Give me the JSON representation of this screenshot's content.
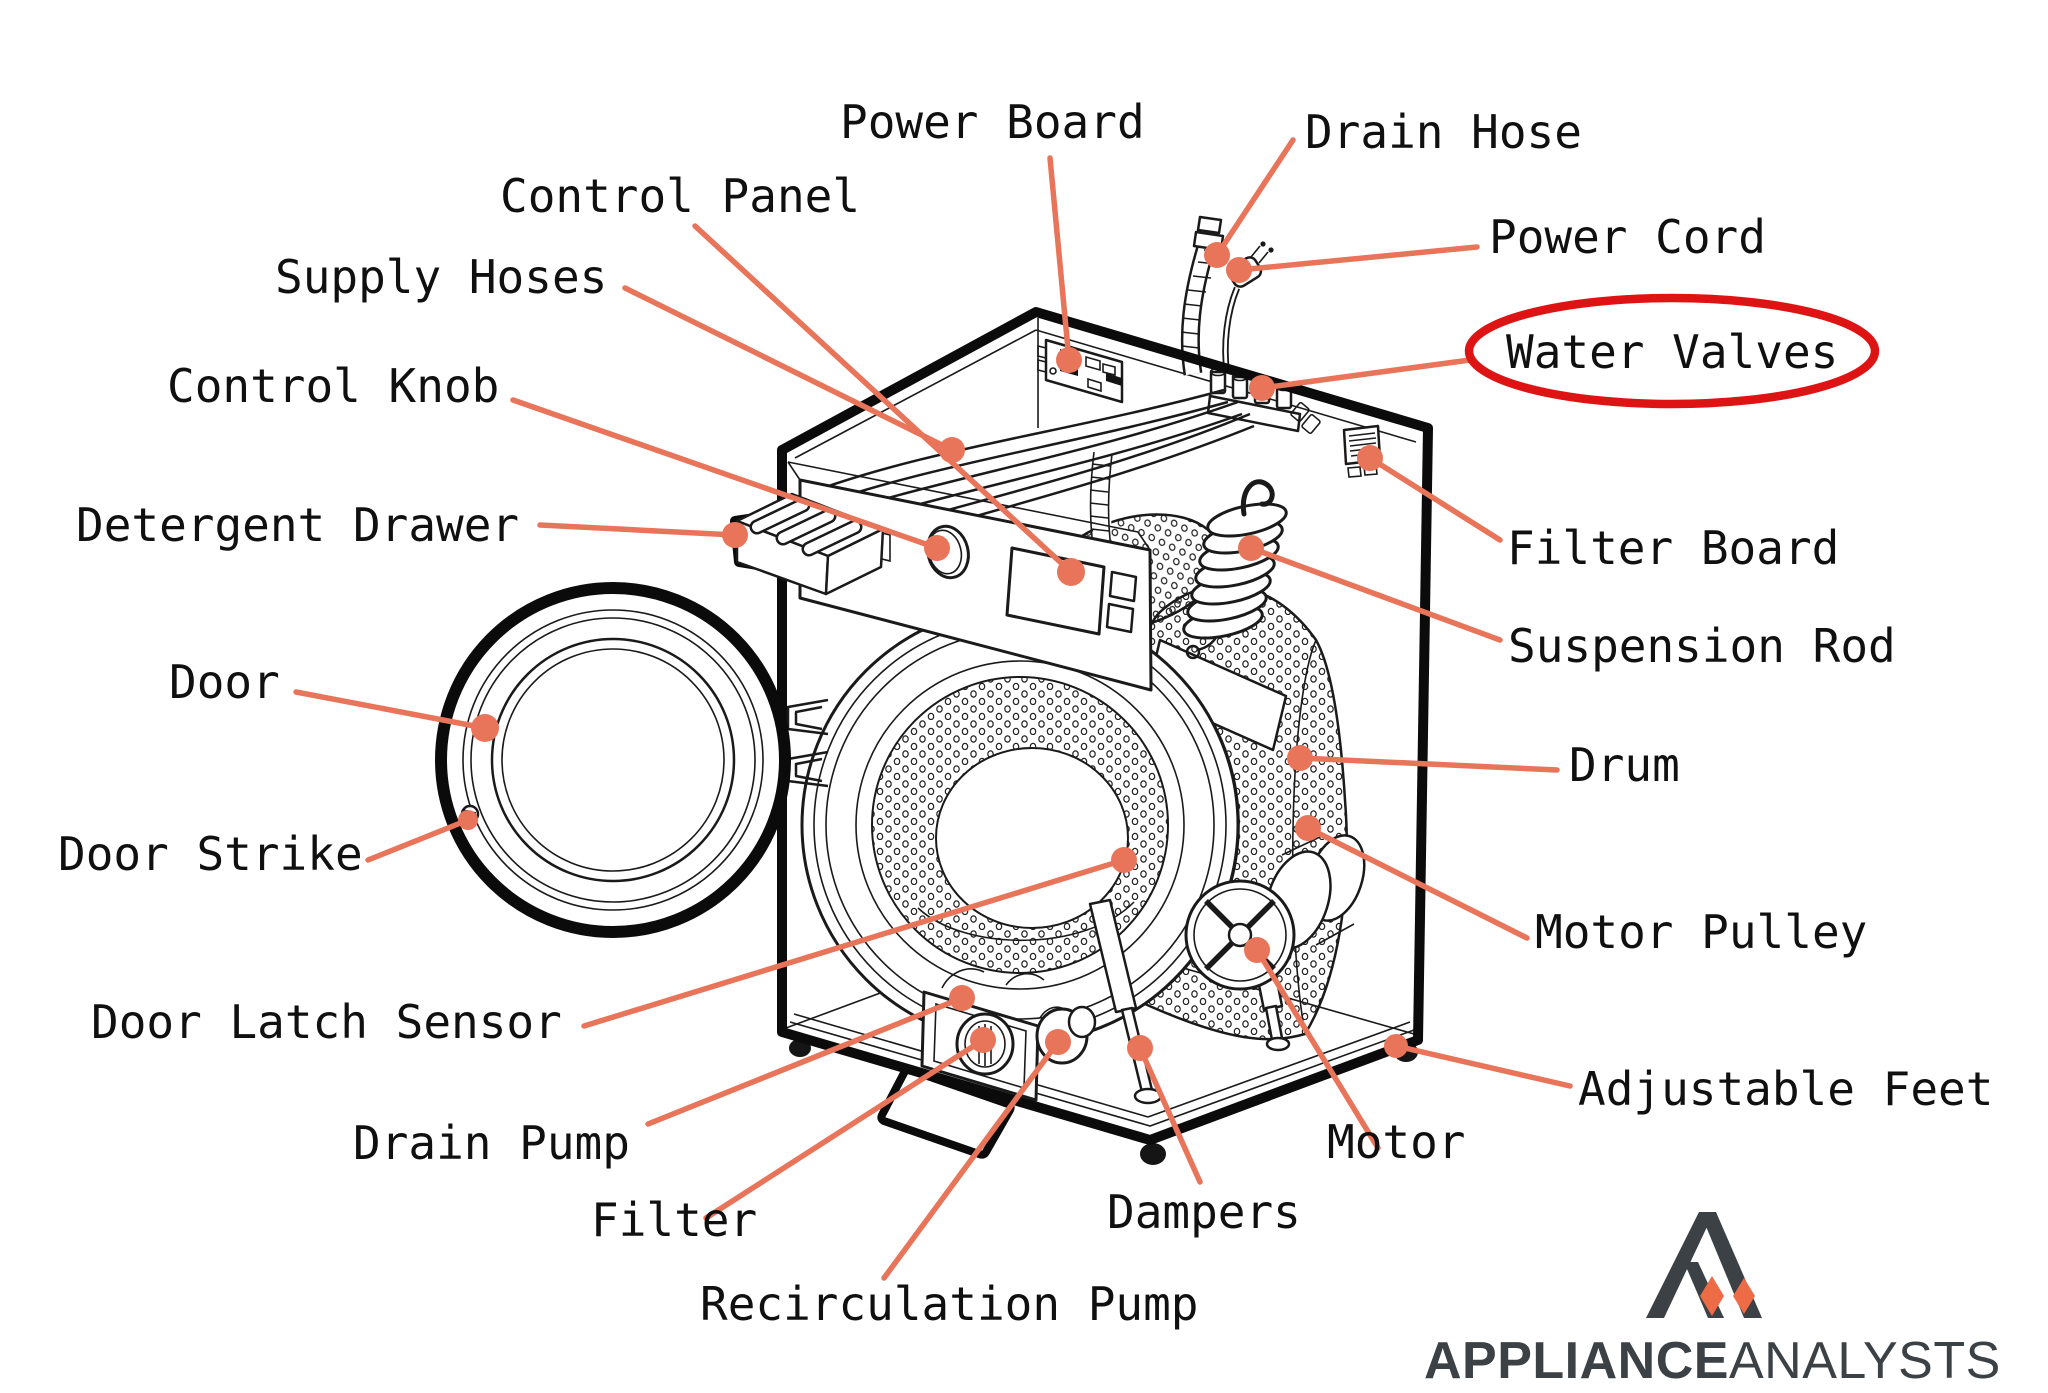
{
  "diagram": {
    "title": "Washing machine exploded parts diagram",
    "labels": [
      {
        "id": "power-board",
        "text": "Power Board"
      },
      {
        "id": "drain-hose",
        "text": "Drain Hose"
      },
      {
        "id": "control-panel",
        "text": "Control Panel"
      },
      {
        "id": "power-cord",
        "text": "Power Cord"
      },
      {
        "id": "supply-hoses",
        "text": "Supply Hoses"
      },
      {
        "id": "water-valves",
        "text": "Water Valves"
      },
      {
        "id": "control-knob",
        "text": "Control Knob"
      },
      {
        "id": "detergent-drawer",
        "text": "Detergent Drawer"
      },
      {
        "id": "filter-board",
        "text": "Filter Board"
      },
      {
        "id": "suspension-rod",
        "text": "Suspension Rod"
      },
      {
        "id": "door",
        "text": "Door"
      },
      {
        "id": "drum",
        "text": "Drum"
      },
      {
        "id": "door-strike",
        "text": "Door Strike"
      },
      {
        "id": "motor-pulley",
        "text": "Motor Pulley"
      },
      {
        "id": "door-latch-sensor",
        "text": "Door Latch Sensor"
      },
      {
        "id": "adjustable-feet",
        "text": "Adjustable Feet"
      },
      {
        "id": "drain-pump",
        "text": "Drain Pump"
      },
      {
        "id": "motor",
        "text": "Motor"
      },
      {
        "id": "filter",
        "text": "Filter"
      },
      {
        "id": "dampers",
        "text": "Dampers"
      },
      {
        "id": "recirculation-pump",
        "text": "Recirculation Pump"
      }
    ],
    "highlight": {
      "label": "Water Valves",
      "style": "red-ellipse"
    }
  },
  "logo": {
    "brand_bold": "APPLIANCE",
    "brand_light": "ANALYSTS",
    "icon": "mountain-logo"
  },
  "colors": {
    "leader": "#E8745A",
    "highlight_red": "#DE1414",
    "text": "#101010",
    "line_art": "#1A1A1A",
    "logo_dark": "#3C4146",
    "logo_orange": "#ED6B45"
  }
}
